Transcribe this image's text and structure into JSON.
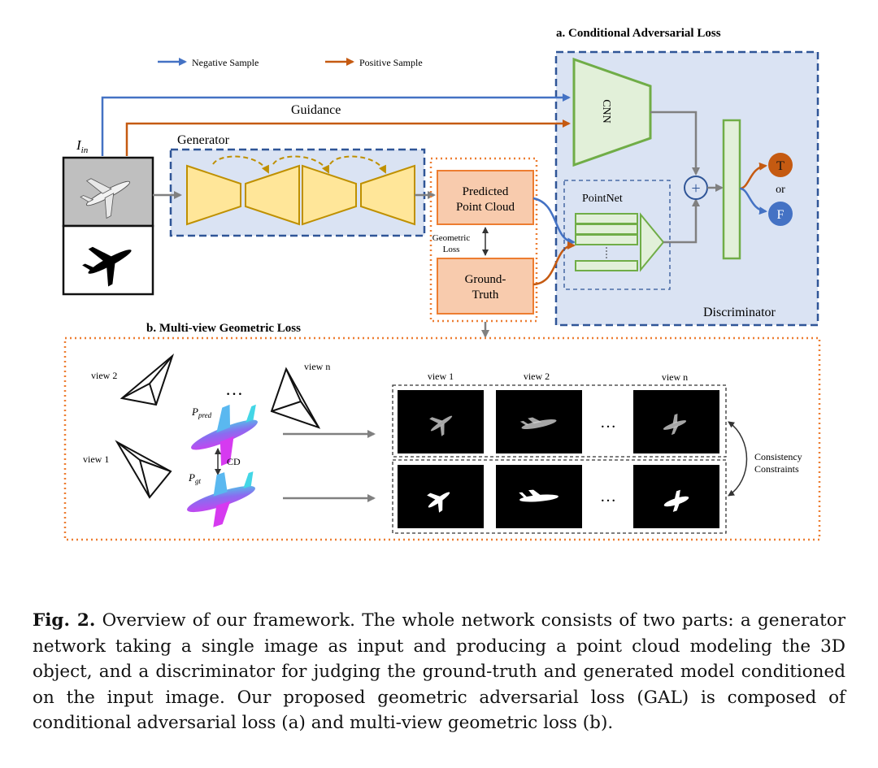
{
  "legend": {
    "negative": "Negative Sample",
    "positive": "Positive Sample"
  },
  "colors": {
    "blue": "#4472c4",
    "orange": "#c55a11",
    "dash_blue": "#2f5597",
    "panel_bg": "#dae3f3",
    "generator_fill": "#ffe699",
    "generator_stroke": "#bf9000",
    "pink_fill": "#f8cbad",
    "green_stroke": "#70ad47",
    "green_fill": "#e2f0d9"
  },
  "section_a": {
    "title": "a. Conditional Adversarial Loss",
    "cnn": "CNN",
    "pointnet": "PointNet",
    "discriminator": "Discriminator",
    "plus": "+",
    "t": "T",
    "or": "or",
    "f": "F"
  },
  "guidance": "Guidance",
  "input_label": "I",
  "input_label_sub": "in",
  "generator": "Generator",
  "predicted_line1": "Predicted",
  "predicted_line2": "Point Cloud",
  "geometric_loss_line1": "Geometric",
  "geometric_loss_line2": "Loss",
  "ground_truth_line1": "Ground-",
  "ground_truth_line2": "Truth",
  "section_b": {
    "title": "b. Multi-view  Geometric  Loss",
    "view2": "view 2",
    "view1": "view 1",
    "viewn": "view n",
    "dots": "…",
    "p_pred": "P",
    "p_pred_sub": "pred",
    "p_gt": "P",
    "p_gt_sub": "gt",
    "cd": "CD",
    "col_view1": "view 1",
    "col_view2": "view 2",
    "col_viewn": "view n",
    "consistency_line1": "Consistency",
    "consistency_line2": "Constraints"
  },
  "caption": {
    "label": "Fig. 2.",
    "text": " Overview of our framework. The whole network consists of two parts: a generator network taking a single image as input and producing a point cloud modeling the 3D object, and a discriminator for judging the ground-truth and generated model conditioned on the input image. Our proposed geometric adversarial loss (GAL) is composed of conditional adversarial loss (a) and multi-view geometric loss (b)."
  }
}
